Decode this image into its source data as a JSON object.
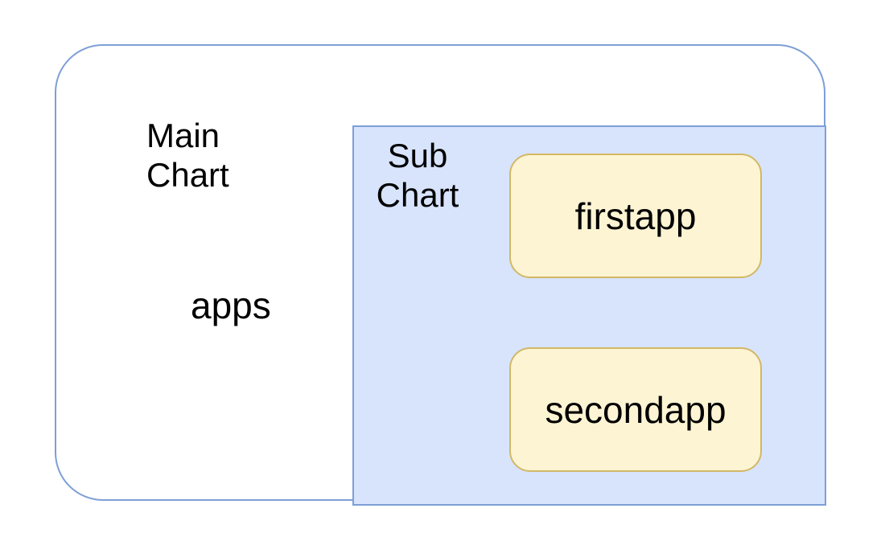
{
  "diagram": {
    "main_chart": {
      "label": "Main\nChart"
    },
    "apps_label": "apps",
    "sub_chart": {
      "label": "Sub\nChart",
      "apps": [
        {
          "name": "firstapp"
        },
        {
          "name": "secondapp"
        }
      ]
    },
    "colors": {
      "outer_border": "#7d9fd6",
      "sub_chart_fill": "#d8e4fc",
      "sub_chart_border": "#7d9fd6",
      "app_fill": "#fdf4d3",
      "app_border": "#d2b866",
      "text": "#000000",
      "page_background": "#ffffff"
    }
  }
}
